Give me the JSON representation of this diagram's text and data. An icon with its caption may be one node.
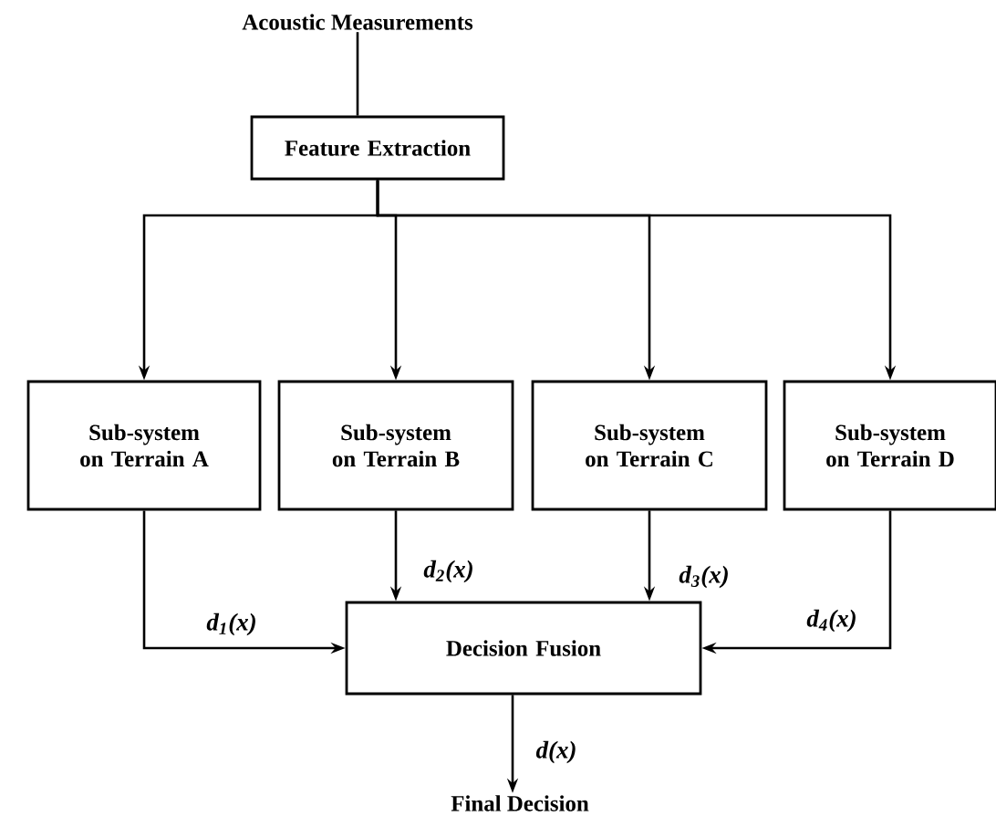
{
  "diagram": {
    "nodes": [
      {
        "text": [
          "Acoustic Measurements"
        ]
      },
      {
        "text": [
          "Feature Extraction"
        ]
      },
      {
        "text": [
          "Sub-system on Terrain A"
        ]
      },
      {
        "text": [
          "Sub-system on Terrain B"
        ]
      },
      {
        "text": [
          "Sub-system on Terrain C"
        ]
      },
      {
        "text": [
          "Sub-system on Terrain D"
        ]
      },
      {
        "text": [
          "Decision Fusion"
        ]
      },
      {
        "text": [
          "Final Decision"
        ]
      }
    ],
    "edges": [
      {
        "from": 0,
        "to": 1,
        "arrow": "none"
      },
      {
        "from": 1,
        "to": 2,
        "arrow": "to"
      },
      {
        "from": 1,
        "to": 3,
        "arrow": "to"
      },
      {
        "from": 1,
        "to": 4,
        "arrow": "to"
      },
      {
        "from": 1,
        "to": 5,
        "arrow": "to"
      },
      {
        "from": 2,
        "to": 6,
        "arrow": "to",
        "label": "d$_{1}$(x)"
      },
      {
        "from": 3,
        "to": 6,
        "arrow": "to",
        "label": "d$_{2}$(x)"
      },
      {
        "from": 4,
        "to": 6,
        "arrow": "to",
        "label": "d$_{3}$(x)"
      },
      {
        "from": 5,
        "to": 6,
        "arrow": "to",
        "label": "d$_{4}$(x)"
      },
      {
        "from": 6,
        "to": 7,
        "arrow": "to",
        "label": "d(x)"
      }
    ]
  }
}
